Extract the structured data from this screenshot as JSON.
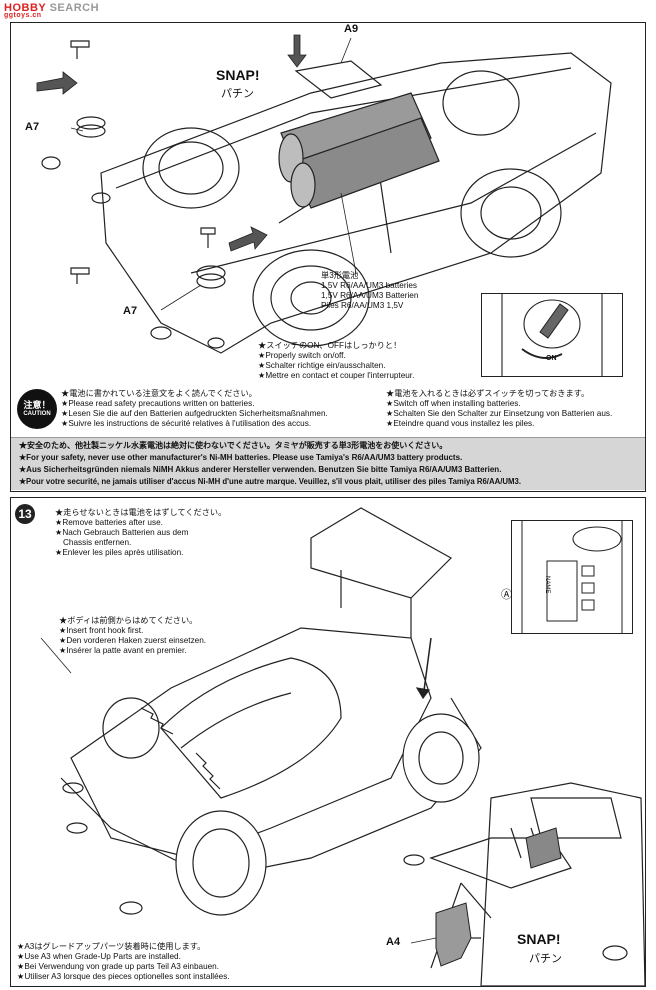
{
  "header": {
    "brand_a": "HOBBY",
    "brand_b": "SEARCH",
    "site": "ggtoys.cn"
  },
  "step12": {
    "labels": {
      "a9": "A9",
      "a7_top": "A7",
      "a7_bot": "A7"
    },
    "snap": {
      "en": "SNAP!",
      "jp": "パチン"
    },
    "battery_note": [
      "単3形電池",
      "1.5V R6/AA/UM3 batteries",
      "1,5V R6/AA/UM3 Batterien",
      "Piles R6/AA/UM3 1,5V"
    ],
    "switch_on": "ON",
    "switch_note": [
      "★スイッチのON、OFFはしっかりと！",
      "★Properly switch on/off.",
      "★Schalter richtige ein/ausschalten.",
      "★Mettre en contact et couper l'interrupteur."
    ],
    "caution_badge": {
      "jp": "注意！",
      "en": "CAUTION"
    },
    "caution_left": [
      "★電池に書かれている注意文をよく読んでください。",
      "★Please read safety precautions written on batteries.",
      "★Lesen Sie die auf den Batterien aufgedruckten Sicherheitsmaßnahmen.",
      "★Suivre les instructions de sécurité relatives à l'utilisation des accus."
    ],
    "caution_right": [
      "★電池を入れるときは必ずスイッチを切っておきます。",
      "★Switch off when installing batteries.",
      "★Schalten Sie den Schalter zur Einsetzung von Batterien aus.",
      "★Eteindre quand vous installez les piles."
    ],
    "warning": [
      "★安全のため、他社製ニッケル水素電池は絶対に使わないでください。タミヤが販売する単3形電池をお使いください。",
      "★For your safety, never use other manufacturer's Ni-MH batteries. Please use Tamiya's R6/AA/UM3 battery products.",
      "★Aus Sicherheitsgründen niemals NiMH Akkus anderer Hersteller verwenden. Benutzen Sie bitte Tamiya R6/AA/UM3 Batterien.",
      "★Pour votre securité, ne jamais utiliser d'accus Ni-MH d'une autre marque. Veuillez, s'il vous plait, utiliser des piles Tamiya R6/AA/UM3."
    ]
  },
  "step13": {
    "number": "13",
    "remove_note": [
      "★走らせないときは電池をはずしてください。",
      "★Remove batteries after use.",
      "★Nach Gebrauch Batterien aus dem",
      "Chassis entfernen.",
      "★Enlever les piles après utilisation."
    ],
    "hook_note": [
      "★ボディは前側からはめてください。",
      "★Insert front hook first.",
      "★Den vorderen Haken zuerst einsetzen.",
      "★Insérer la patte avant en premier."
    ],
    "inset_label": "Ⓐ",
    "name_tag": "NAME",
    "a4": "A4",
    "snap": {
      "en": "SNAP!",
      "jp": "パチン"
    },
    "a3_note": [
      "★A3はグレードアップパーツ装着時に使用します。",
      "★Use A3 when Grade-Up Parts are installed.",
      "★Bei Verwendung von grade up parts Teil A3 einbauen.",
      "★Utiliser A3 lorsque des pieces optionelles sont installées."
    ]
  },
  "colors": {
    "line": "#222222",
    "battery": "#9a9a9a",
    "warning_bg": "#d6d6d6",
    "badge": "#111111",
    "brand_red": "#dd2222"
  }
}
